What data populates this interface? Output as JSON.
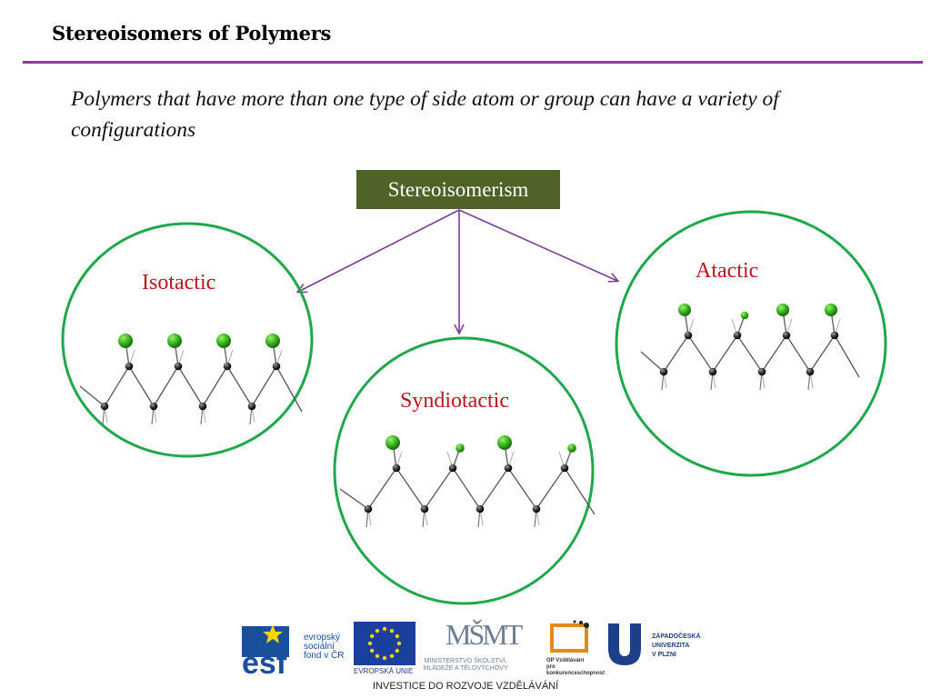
{
  "slide": {
    "title": "Stereoisomers of Polymers",
    "subtitle": "Polymers that have more than one type of side atom or group can have a variety of configurations"
  },
  "diagram": {
    "root_label": "Stereoisomerism",
    "nodes": [
      {
        "id": "isotactic",
        "label": "Isotactic",
        "pattern": [
          "up",
          "up",
          "up",
          "up"
        ]
      },
      {
        "id": "syndiotactic",
        "label": "Syndiotactic",
        "pattern": [
          "up",
          "down",
          "up",
          "down"
        ]
      },
      {
        "id": "atactic",
        "label": "Atactic",
        "pattern": [
          "up",
          "down",
          "up",
          "up"
        ]
      }
    ]
  },
  "colors": {
    "title_rule": "#8e3a9c",
    "root_box": "#4f6228",
    "connector": "#7a3d9a",
    "circle_stroke": "#1fa84a",
    "label": "#c0141c",
    "chlorine": "#38b51e",
    "carbon": "#2a2a2a"
  },
  "footer": {
    "esf_text": "evropský\nsociální\nfond v ČR",
    "esf_mark": "esf",
    "eu_caption": "EVROPSKÁ UNIE",
    "msmt_mark": "MŠMT",
    "msmt_caption": "MINISTERSTVO ŠKOLSTVÍ,\nMLÁDEŽE A TĚLOVÝCHOVY",
    "op_caption": "OP Vzdělávání\npro konkurenceschopnost",
    "zcu_text": "ZÁPADOČESKÁ\nUNIVERZITA\nV PLZNI",
    "tagline": "INVESTICE DO ROZVOJE VZDĚLÁVÁNÍ"
  }
}
